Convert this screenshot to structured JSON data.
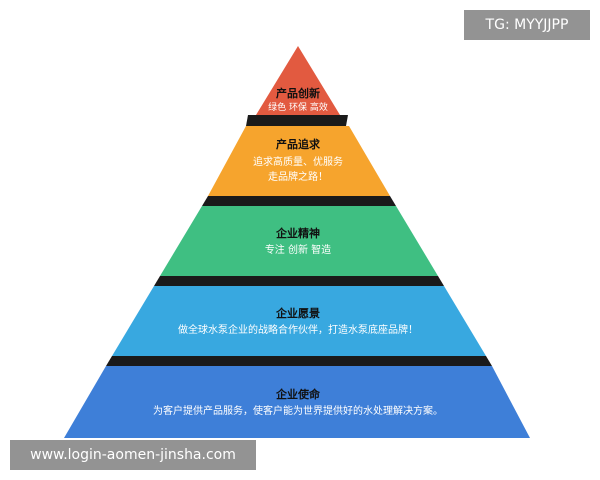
{
  "pyramid": {
    "levels": [
      {
        "title": "产品创新",
        "lines": [
          "绿色  环保  高效"
        ],
        "color": "#e25a40"
      },
      {
        "title": "产品追求",
        "lines": [
          "追求高质量、优服务",
          "走品牌之路！"
        ],
        "color": "#f6a42d"
      },
      {
        "title": "企业精神",
        "lines": [
          "专注  创新  智造"
        ],
        "color": "#3fbf82"
      },
      {
        "title": "企业愿景",
        "lines": [
          "做全球水泵企业的战略合作伙伴，打造水泵底座品牌！"
        ],
        "color": "#38a8e0"
      },
      {
        "title": "企业使命",
        "lines": [
          "为客户提供产品服务，使客户能为世界提供好的水处理解决方案。"
        ],
        "color": "#3e7fd8"
      }
    ]
  },
  "watermarks": {
    "tg": "TG: MYYJJPP",
    "site": "www.login-aomen-jinsha.com"
  }
}
